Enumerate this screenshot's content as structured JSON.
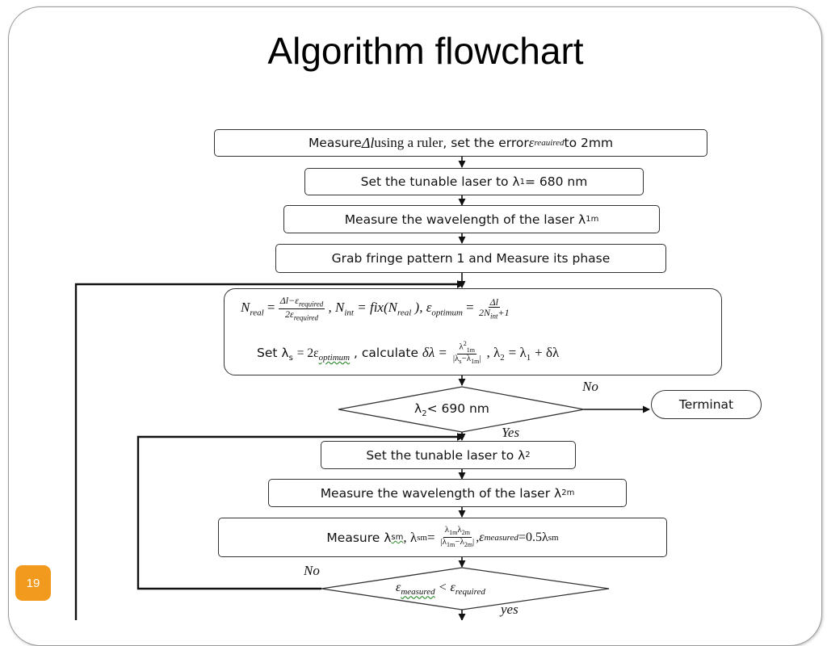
{
  "slide": {
    "title": "Algorithm flowchart",
    "page_number": "19"
  },
  "flowchart": {
    "step1": {
      "prefix": "Measure ",
      "sym": "Δl",
      "mid": " using a ruler",
      "suffix": ", set the error ",
      "eps": "ε",
      "eps_sub": "reauired",
      "tail": " to 2mm"
    },
    "step2": {
      "text": "Set the tunable laser to λ",
      "sub": "1",
      "tail": " = 680 nm"
    },
    "step3": {
      "text": "Measure the wavelength of the laser λ",
      "sub": "1m"
    },
    "step4": {
      "text": "Grab fringe pattern 1 and Measure its phase"
    },
    "step5": {
      "n_real": "N",
      "n_real_sub": "real",
      "frac1_num": "Δl−ε",
      "frac1_num_sub": "required",
      "frac1_den": "2ε",
      "frac1_den_sub": "required",
      "n_int_part": ", N",
      "n_int_sub": "int",
      "fix_part": " = fix(N",
      "fix_sub": "real",
      "eps_opt_part": "), ε",
      "eps_opt_sub": "optimum",
      "frac2_num": "Δl",
      "frac2_den": "2N",
      "frac2_den_sub": "int",
      "frac2_den_tail": "+1",
      "line2_prefix": "Set λ",
      "line2_prefix_sub": "s",
      "line2_eq": " = 2ε",
      "line2_eq_sub": "optimum",
      "line2_calc": ",  calculate ",
      "delta": "δλ =",
      "frac3_num": "λ",
      "frac3_num_sup": "2",
      "frac3_num_sub": "1m",
      "frac3_den": "|λ",
      "frac3_den_sub1": "s",
      "frac3_den_mid": "−λ",
      "frac3_den_sub2": "1m",
      "frac3_den_tail": "|",
      "line2_tail": ", λ",
      "line2_tail_sub": "2",
      "line2_tail_eq": " = λ",
      "line2_tail_sub2": "1",
      "line2_tail_end": " + δλ"
    },
    "decision1": {
      "text": "λ",
      "sub": "2",
      "tail": "< 690 nm",
      "no_label": "No",
      "yes_label": "Yes"
    },
    "terminate": {
      "text": "Terminat"
    },
    "step6": {
      "text": "Set the tunable laser to λ",
      "sub": "2"
    },
    "step7": {
      "text": "Measure the wavelength of the laser λ",
      "sub": "2m"
    },
    "step8": {
      "prefix": "Measure λ",
      "prefix_sub": "sm",
      "mid": ",  λ",
      "mid_sub": "sm",
      "eq": " =",
      "frac_num": "λ",
      "frac_num_sub1": "1m",
      "frac_num_mid": "λ",
      "frac_num_sub2": "2m",
      "frac_den": "|λ",
      "frac_den_sub1": "1m",
      "frac_den_mid": "−λ",
      "frac_den_sub2": "2m",
      "frac_den_tail": "|",
      "eps": " ,ε",
      "eps_sub": "measured",
      "eps_tail": "=0.5λ",
      "eps_tail_sub": "sm"
    },
    "decision2": {
      "eps": "ε",
      "eps_sub": "measured",
      "lt": " < ε",
      "eps2_sub": "required",
      "no_label": "No",
      "yes_label": "yes"
    }
  }
}
